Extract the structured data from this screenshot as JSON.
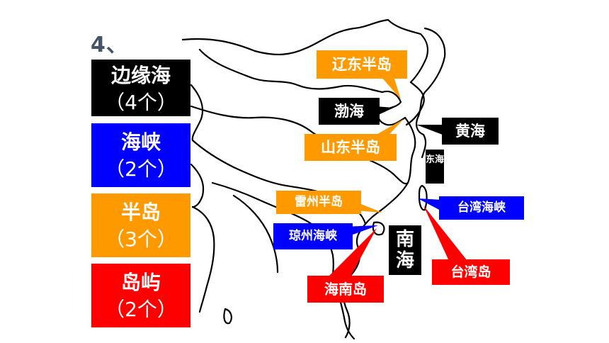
{
  "question_number": "4、",
  "colors": {
    "marginal_sea": "#000000",
    "strait": "#0000ff",
    "peninsula": "#ff9900",
    "island": "#ff0000",
    "question_number": "#44546a"
  },
  "legend": [
    {
      "name": "边缘海",
      "count": "（4个）",
      "category": "marginal_sea"
    },
    {
      "name": "海峡",
      "count": "（2个）",
      "category": "strait"
    },
    {
      "name": "半岛",
      "count": "（3个）",
      "category": "peninsula"
    },
    {
      "name": "岛屿",
      "count": "（2个）",
      "category": "island"
    }
  ],
  "labels": {
    "liaodong": {
      "text": "辽东半岛",
      "category": "peninsula"
    },
    "bohai": {
      "text": "渤海",
      "category": "marginal_sea"
    },
    "shandong": {
      "text": "山东半岛",
      "category": "peninsula"
    },
    "huanghai": {
      "text": "黄海",
      "category": "marginal_sea"
    },
    "donghai": {
      "text": "东海",
      "category": "marginal_sea"
    },
    "leizhou": {
      "text": "雷州半岛",
      "category": "peninsula"
    },
    "qiongzhou": {
      "text": "琼州海峡",
      "category": "strait"
    },
    "nanhai": {
      "text": "南海",
      "category": "marginal_sea"
    },
    "taiwan_strait": {
      "text": "台湾海峡",
      "category": "strait"
    },
    "taiwan_island": {
      "text": "台湾岛",
      "category": "island"
    },
    "hainan_island": {
      "text": "海南岛",
      "category": "island"
    }
  }
}
